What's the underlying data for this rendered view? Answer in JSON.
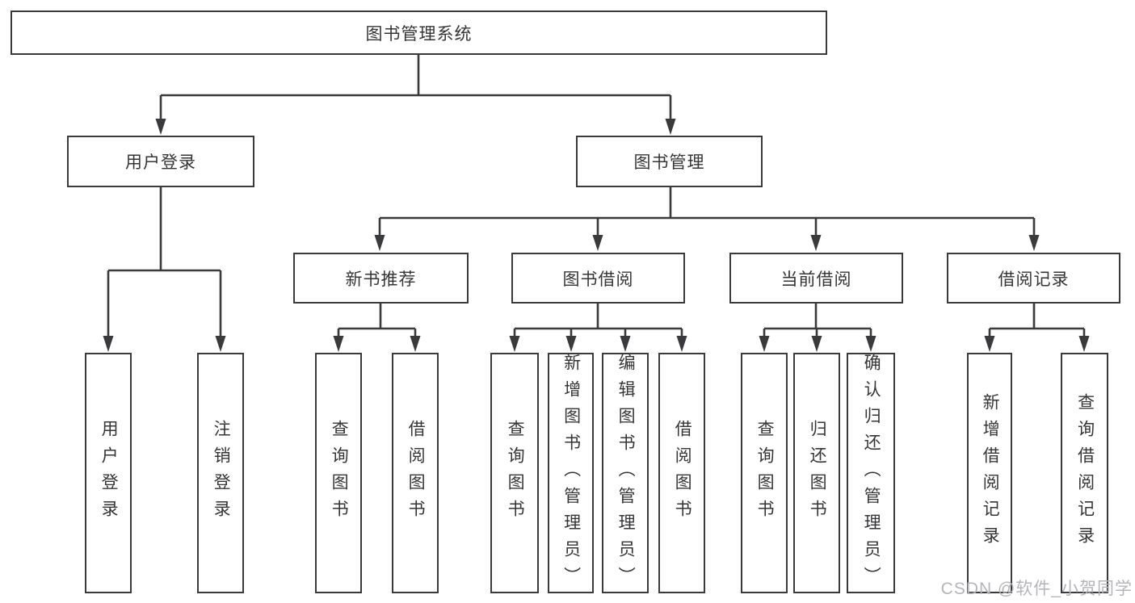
{
  "diagram": {
    "root": {
      "label": "图书管理系统"
    },
    "level2": [
      {
        "id": "user-login",
        "label": "用户登录"
      },
      {
        "id": "book-management",
        "label": "图书管理"
      }
    ],
    "level3": [
      {
        "id": "new-book-recommend",
        "label": "新书推荐",
        "parent": "图书管理"
      },
      {
        "id": "book-borrowing",
        "label": "图书借阅",
        "parent": "图书管理"
      },
      {
        "id": "current-borrowing",
        "label": "当前借阅",
        "parent": "图书管理"
      },
      {
        "id": "borrowing-records",
        "label": "借阅记录",
        "parent": "图书管理"
      }
    ],
    "leaves": [
      {
        "id": "user-login-leaf",
        "label": "用户登录",
        "parent": "用户登录"
      },
      {
        "id": "logout-leaf",
        "label": "注销登录",
        "parent": "用户登录"
      },
      {
        "id": "query-books-recommend",
        "label": "查询图书",
        "parent": "新书推荐"
      },
      {
        "id": "borrow-books-recommend",
        "label": "借阅图书",
        "parent": "新书推荐"
      },
      {
        "id": "query-books-borrowing",
        "label": "查询图书",
        "parent": "图书借阅"
      },
      {
        "id": "add-books-admin",
        "label": "新增图书（管理员）",
        "parent": "图书借阅"
      },
      {
        "id": "edit-books-admin",
        "label": "编辑图书（管理员）",
        "parent": "图书借阅"
      },
      {
        "id": "borrow-books-borrowing",
        "label": "借阅图书",
        "parent": "图书借阅"
      },
      {
        "id": "query-books-current",
        "label": "查询图书",
        "parent": "当前借阅"
      },
      {
        "id": "return-books",
        "label": "归还图书",
        "parent": "当前借阅"
      },
      {
        "id": "confirm-return-admin",
        "label": "确认归还（管理员）",
        "parent": "当前借阅"
      },
      {
        "id": "add-borrow-record",
        "label": "新增借阅记录",
        "parent": "借阅记录"
      },
      {
        "id": "query-borrow-record",
        "label": "查询借阅记录",
        "parent": "借阅记录"
      }
    ],
    "watermark": "CSDN @软件_小贺同学",
    "colors": {
      "line": "#3a3a3c",
      "text": "#353537",
      "box_background": "#ffffff",
      "watermark": "#b4b5b8"
    }
  }
}
